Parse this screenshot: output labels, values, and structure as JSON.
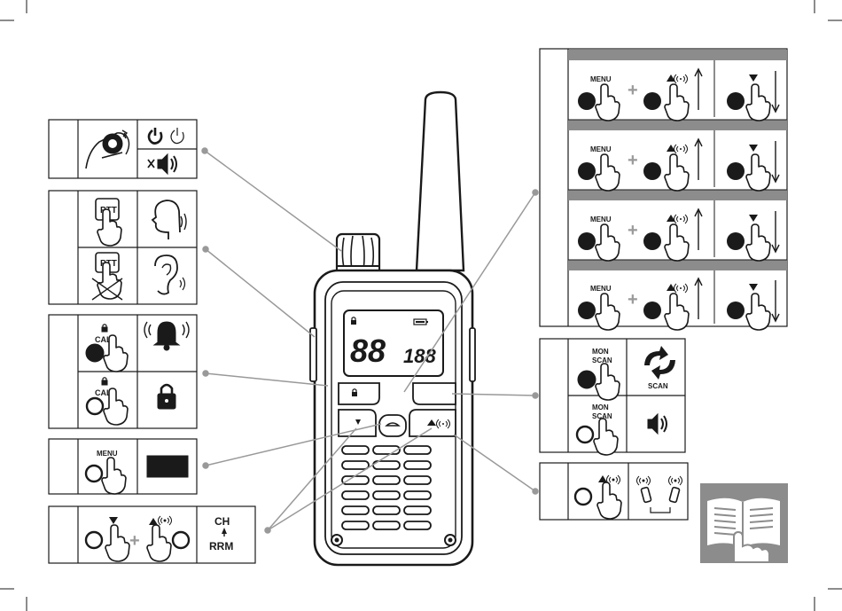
{
  "labels": {
    "menu": "MENU",
    "ptt": "PTT",
    "call": "CALL",
    "mon": "MON",
    "scan": "SCAN",
    "scan_caption": "SCAN",
    "ch": "CH",
    "rrm": "RRM",
    "lcd_main": "88",
    "lcd_sub": "188"
  },
  "colors": {
    "ink": "#1a1a1a",
    "grey_band": "#8c8c8c",
    "line": "#999999",
    "plus": "#9a9a9a"
  },
  "icons": [
    "knob-turn-icon",
    "power-icon",
    "volume-mute-icon",
    "ptt-press-icon",
    "speaking-head-icon",
    "ptt-release-icon",
    "listening-ear-icon",
    "call-button-icon",
    "ringing-bell-icon",
    "lock-icon",
    "menu-button-icon",
    "arrow-up-icon",
    "arrow-down-icon",
    "scan-refresh-icon",
    "speaker-icon",
    "radios-link-icon",
    "manual-book-icon"
  ]
}
